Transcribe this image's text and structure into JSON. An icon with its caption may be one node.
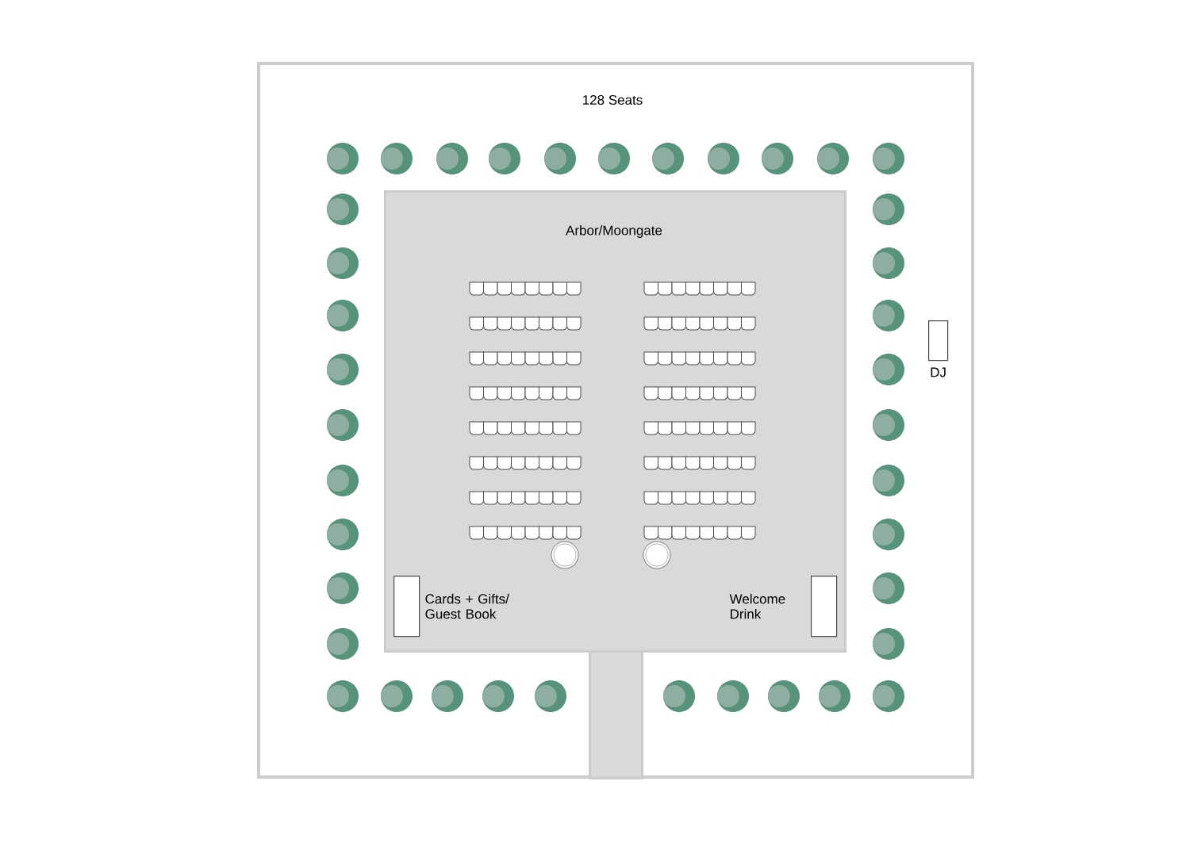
{
  "diagram": {
    "nodes": [
      {
        "text": [
          "Arbor/Moongate"
        ]
      },
      {
        "text": [],
        "shape": "box",
        "in": 0,
        "beside": [
          "Cards + Gifts/ Guest Book"
        ]
      },
      {
        "text": [],
        "shape": "box",
        "in": 0,
        "beside": [
          "Welcome Drink"
        ]
      },
      {
        "text": [],
        "shape": "box",
        "beside": [
          "DJ"
        ]
      },
      {
        "text": [],
        "shape": "box"
      }
    ],
    "labels": [
      "128 Seats"
    ]
  }
}
